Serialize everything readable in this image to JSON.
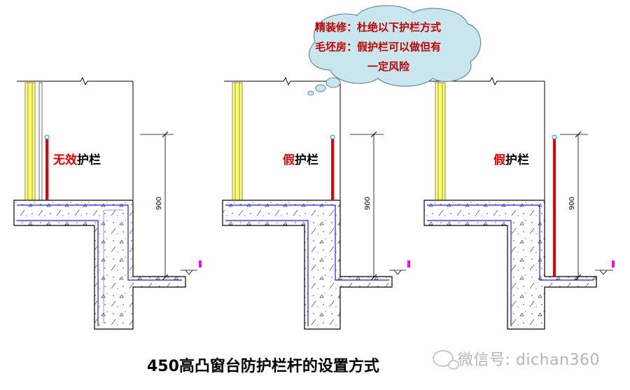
{
  "bubble": {
    "line1": "精装修：杜绝以下护栏方式",
    "line2": "毛坯房：假护栏可以做但有",
    "line3": "一定风险"
  },
  "panels": [
    {
      "label_red": "无效",
      "label_black": "护栏",
      "dimension": "900"
    },
    {
      "label_red": "假",
      "label_black": "护栏",
      "dimension": "900"
    },
    {
      "label_red": "假",
      "label_black": "护栏",
      "dimension": "900"
    }
  ],
  "caption": "450高凸窗台防护栏杆的设置方式",
  "watermark": "微信号: dichan360",
  "colors": {
    "bubble_fill": "#c9e6ef",
    "bubble_text": "#c00000",
    "rail": "#e60000",
    "wall_line": "#1a1aff",
    "window_yellow": "#ffff66",
    "level_marker": "#ff00ff"
  }
}
